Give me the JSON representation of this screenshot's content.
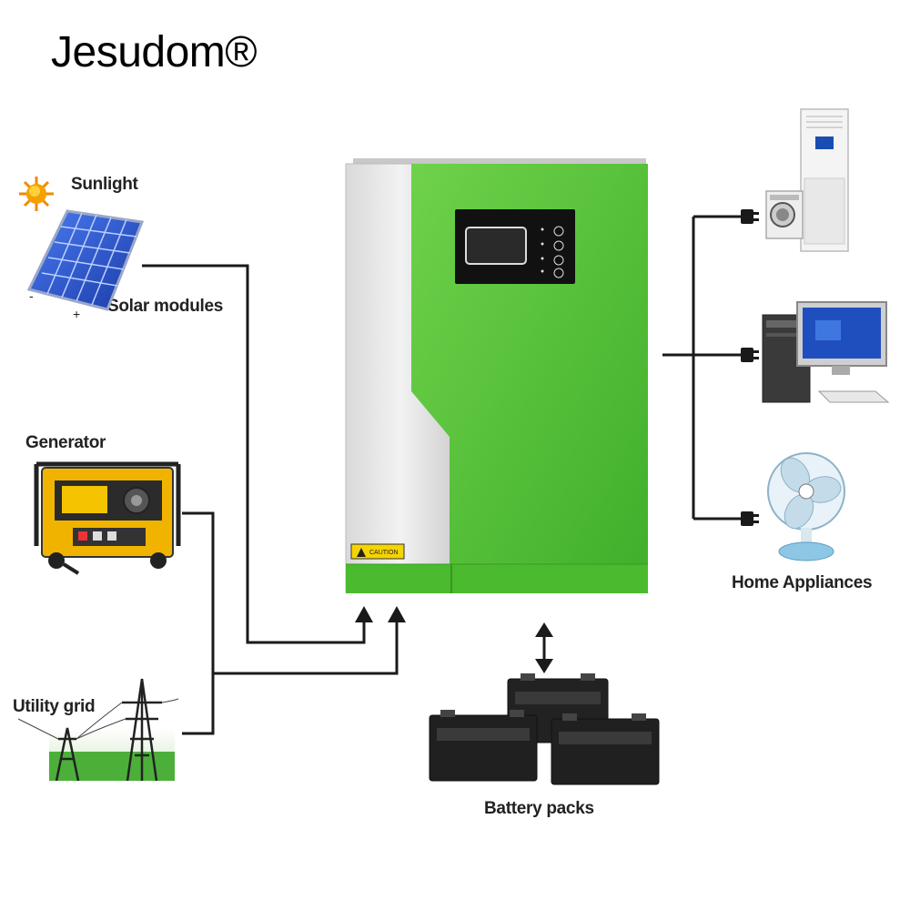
{
  "brand": {
    "name": "Jesudom®"
  },
  "sources": {
    "sunlight": "Sunlight",
    "solar_modules": "Solar modules",
    "generator": "Generator",
    "utility_grid": "Utility grid"
  },
  "loads": {
    "label": "Home Appliances"
  },
  "storage": {
    "label": "Battery packs"
  },
  "inverter": {
    "caution_label": "CAUTION"
  },
  "colors": {
    "inverter_green": "#5cc83c",
    "inverter_panel": "#e6e6e6",
    "line": "#1a1a1a",
    "solar_blue": "#2a4fc9",
    "generator_yellow": "#f0b400"
  }
}
